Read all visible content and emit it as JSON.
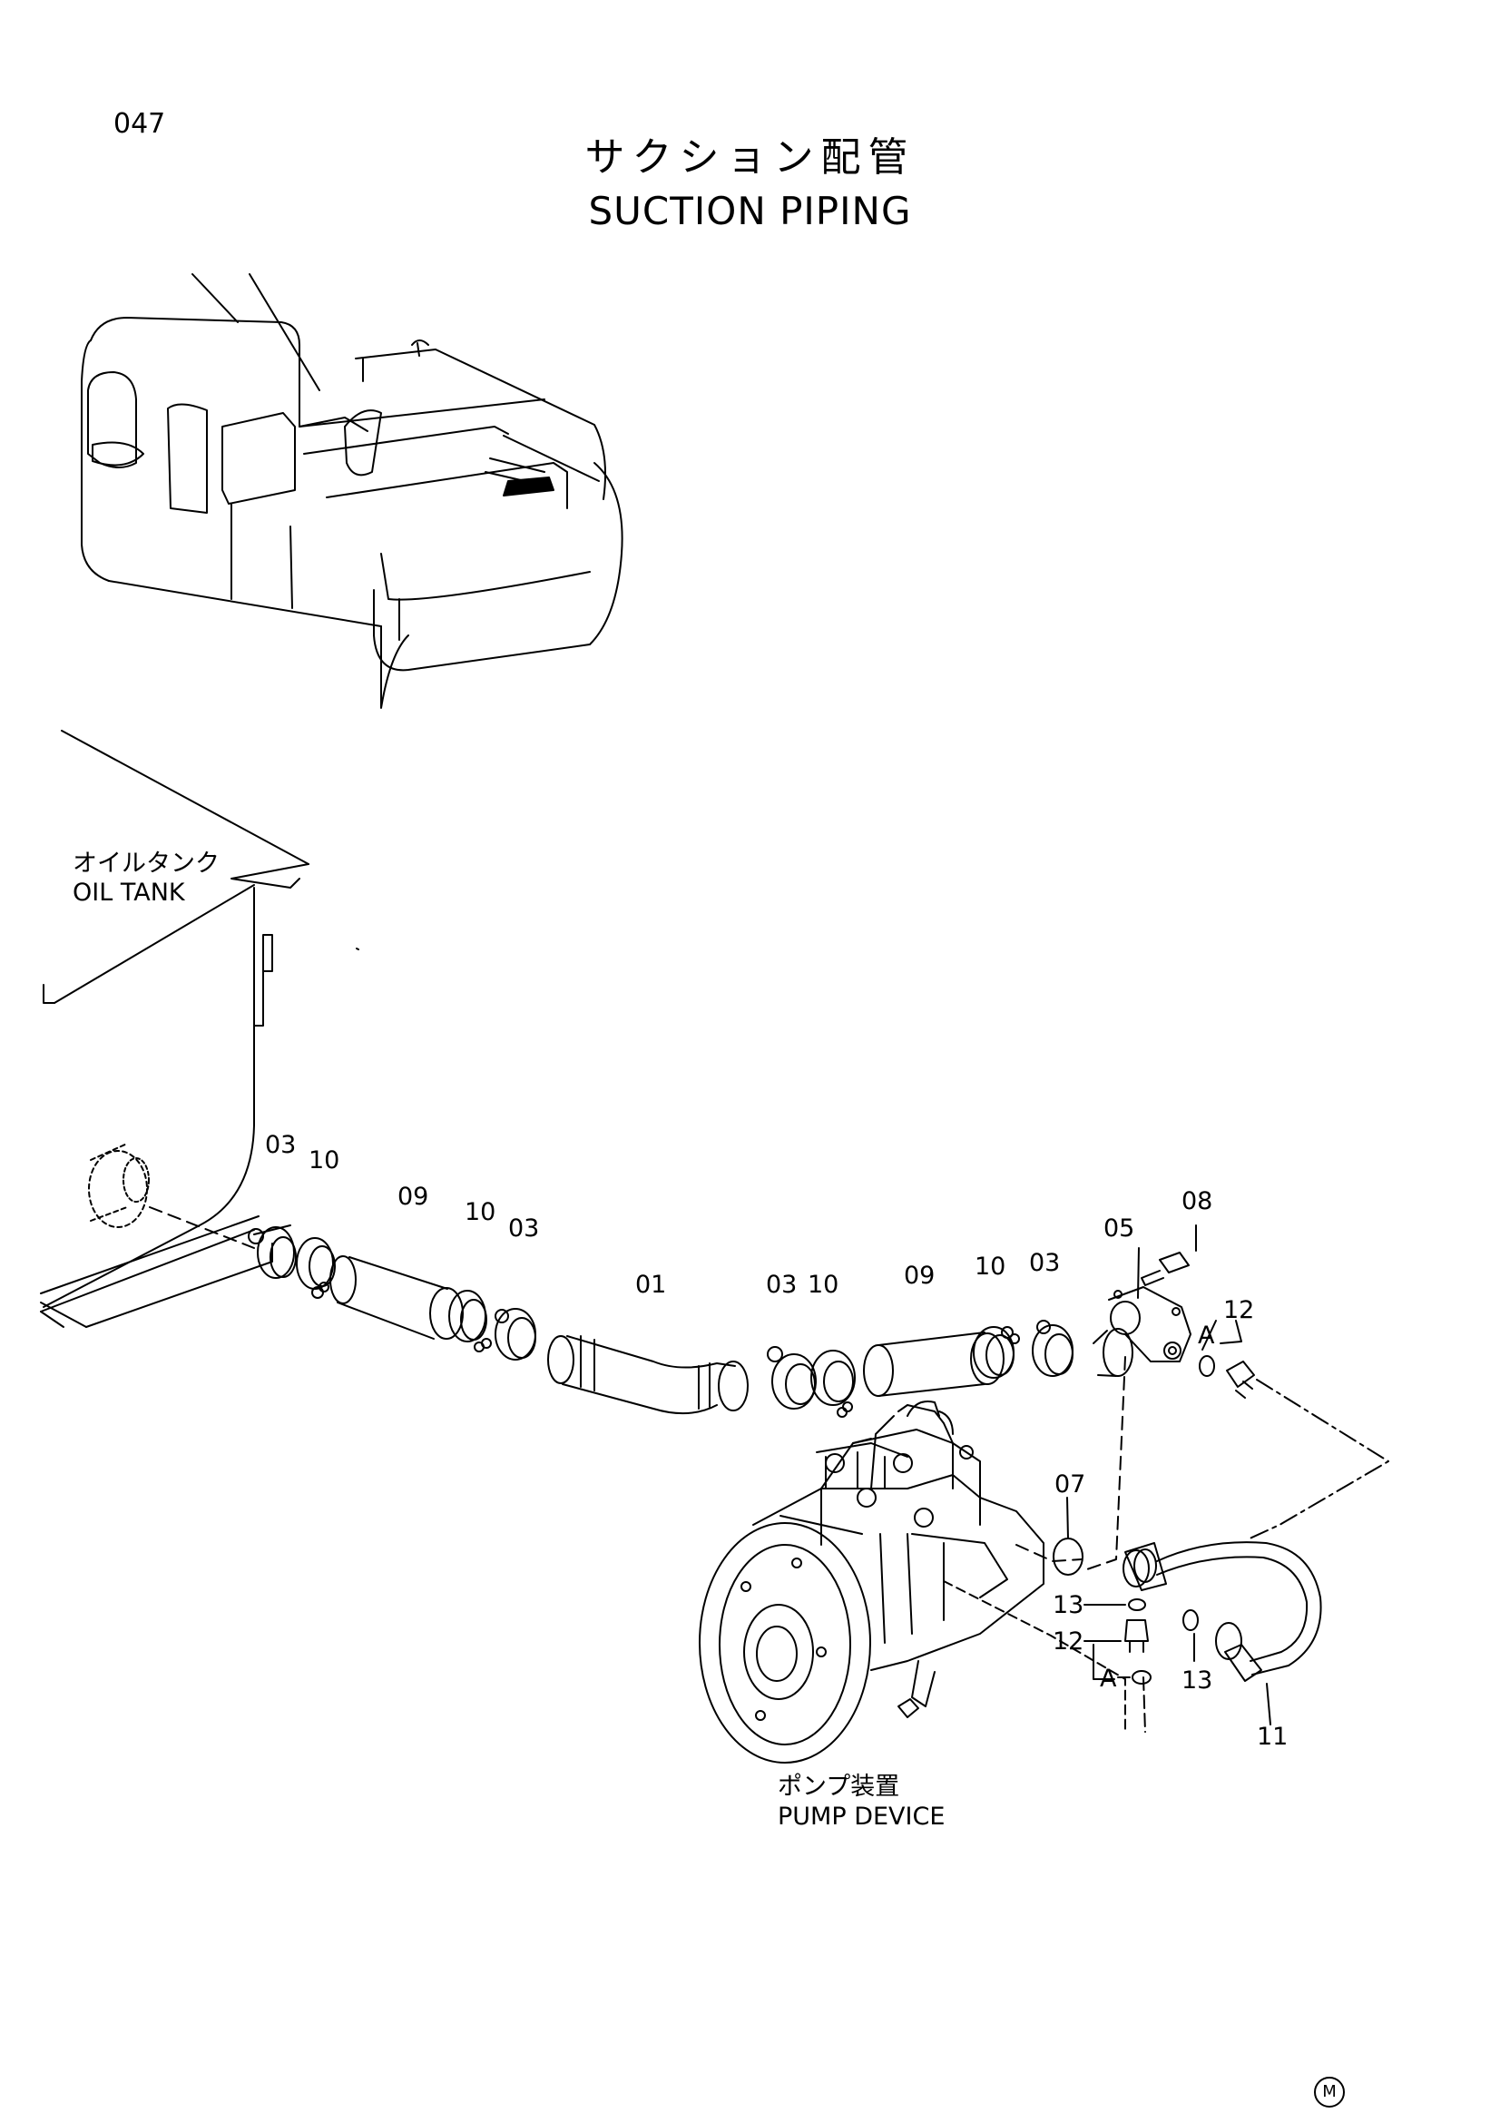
{
  "header": {
    "page_number": "047",
    "title_ja": "サクション配管",
    "title_en": "SUCTION PIPING"
  },
  "captions": {
    "oil_tank_ja": "オイルタンク",
    "oil_tank_en": "OIL TANK",
    "pump_device_ja": "ポンプ装置",
    "pump_device_en": "PUMP DEVICE"
  },
  "callouts": [
    {
      "id": "c1",
      "text": "03"
    },
    {
      "id": "c2",
      "text": "10"
    },
    {
      "id": "c3",
      "text": "09"
    },
    {
      "id": "c4",
      "text": "10"
    },
    {
      "id": "c5",
      "text": "03"
    },
    {
      "id": "c6",
      "text": "01"
    },
    {
      "id": "c7",
      "text": "03"
    },
    {
      "id": "c8",
      "text": "10"
    },
    {
      "id": "c9",
      "text": "09"
    },
    {
      "id": "c10",
      "text": "10"
    },
    {
      "id": "c11",
      "text": "03"
    },
    {
      "id": "c12",
      "text": "05"
    },
    {
      "id": "c13",
      "text": "08"
    },
    {
      "id": "c14",
      "text": "12"
    },
    {
      "id": "c15",
      "text": "A"
    },
    {
      "id": "c16",
      "text": "07"
    },
    {
      "id": "c17",
      "text": "13"
    },
    {
      "id": "c18",
      "text": "12"
    },
    {
      "id": "c19",
      "text": "A"
    },
    {
      "id": "c20",
      "text": "13"
    },
    {
      "id": "c21",
      "text": "11"
    }
  ],
  "footer": {
    "mark": "M"
  }
}
